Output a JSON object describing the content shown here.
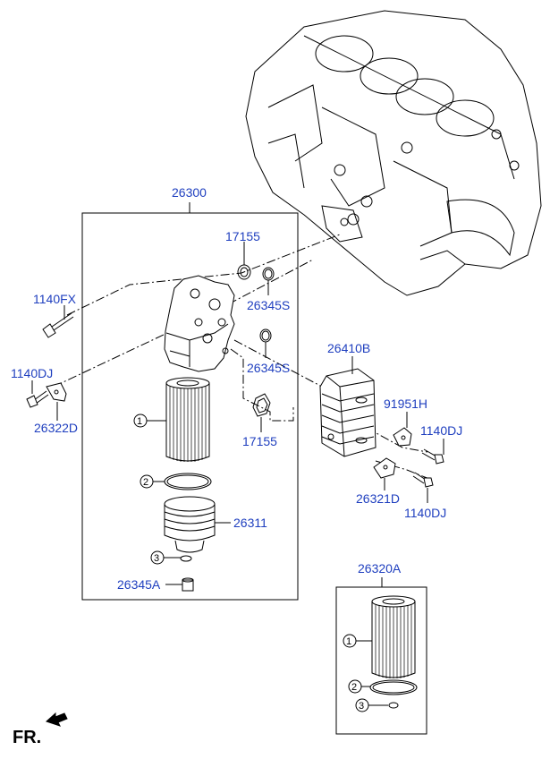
{
  "labels": {
    "assembly_main": "26300",
    "gasket_17155_top": "17155",
    "oring_26345S_top": "26345S",
    "bolt_1140FX": "1140FX",
    "bolt_1140DJ_left": "1140DJ",
    "bracket_26322D": "26322D",
    "oring_26345S_mid": "26345S",
    "gasket_17155_bottom": "17155",
    "cooler_26410B": "26410B",
    "bracket_91951H": "91951H",
    "bolt_1140DJ_right_top": "1140DJ",
    "bracket_26321D": "26321D",
    "bolt_1140DJ_right_bottom": "1140DJ",
    "filter_cap_26311": "26311",
    "drain_plug_26345A": "26345A",
    "filter_kit_26320A": "26320A",
    "front_marker": "FR."
  },
  "callouts": {
    "main_filter": "1",
    "main_oring": "2",
    "main_small_oring": "3",
    "kit_filter": "1",
    "kit_oring": "2",
    "kit_small_oring": "3"
  },
  "colors": {
    "part_number": "#1f3fbf",
    "line": "#000000"
  }
}
